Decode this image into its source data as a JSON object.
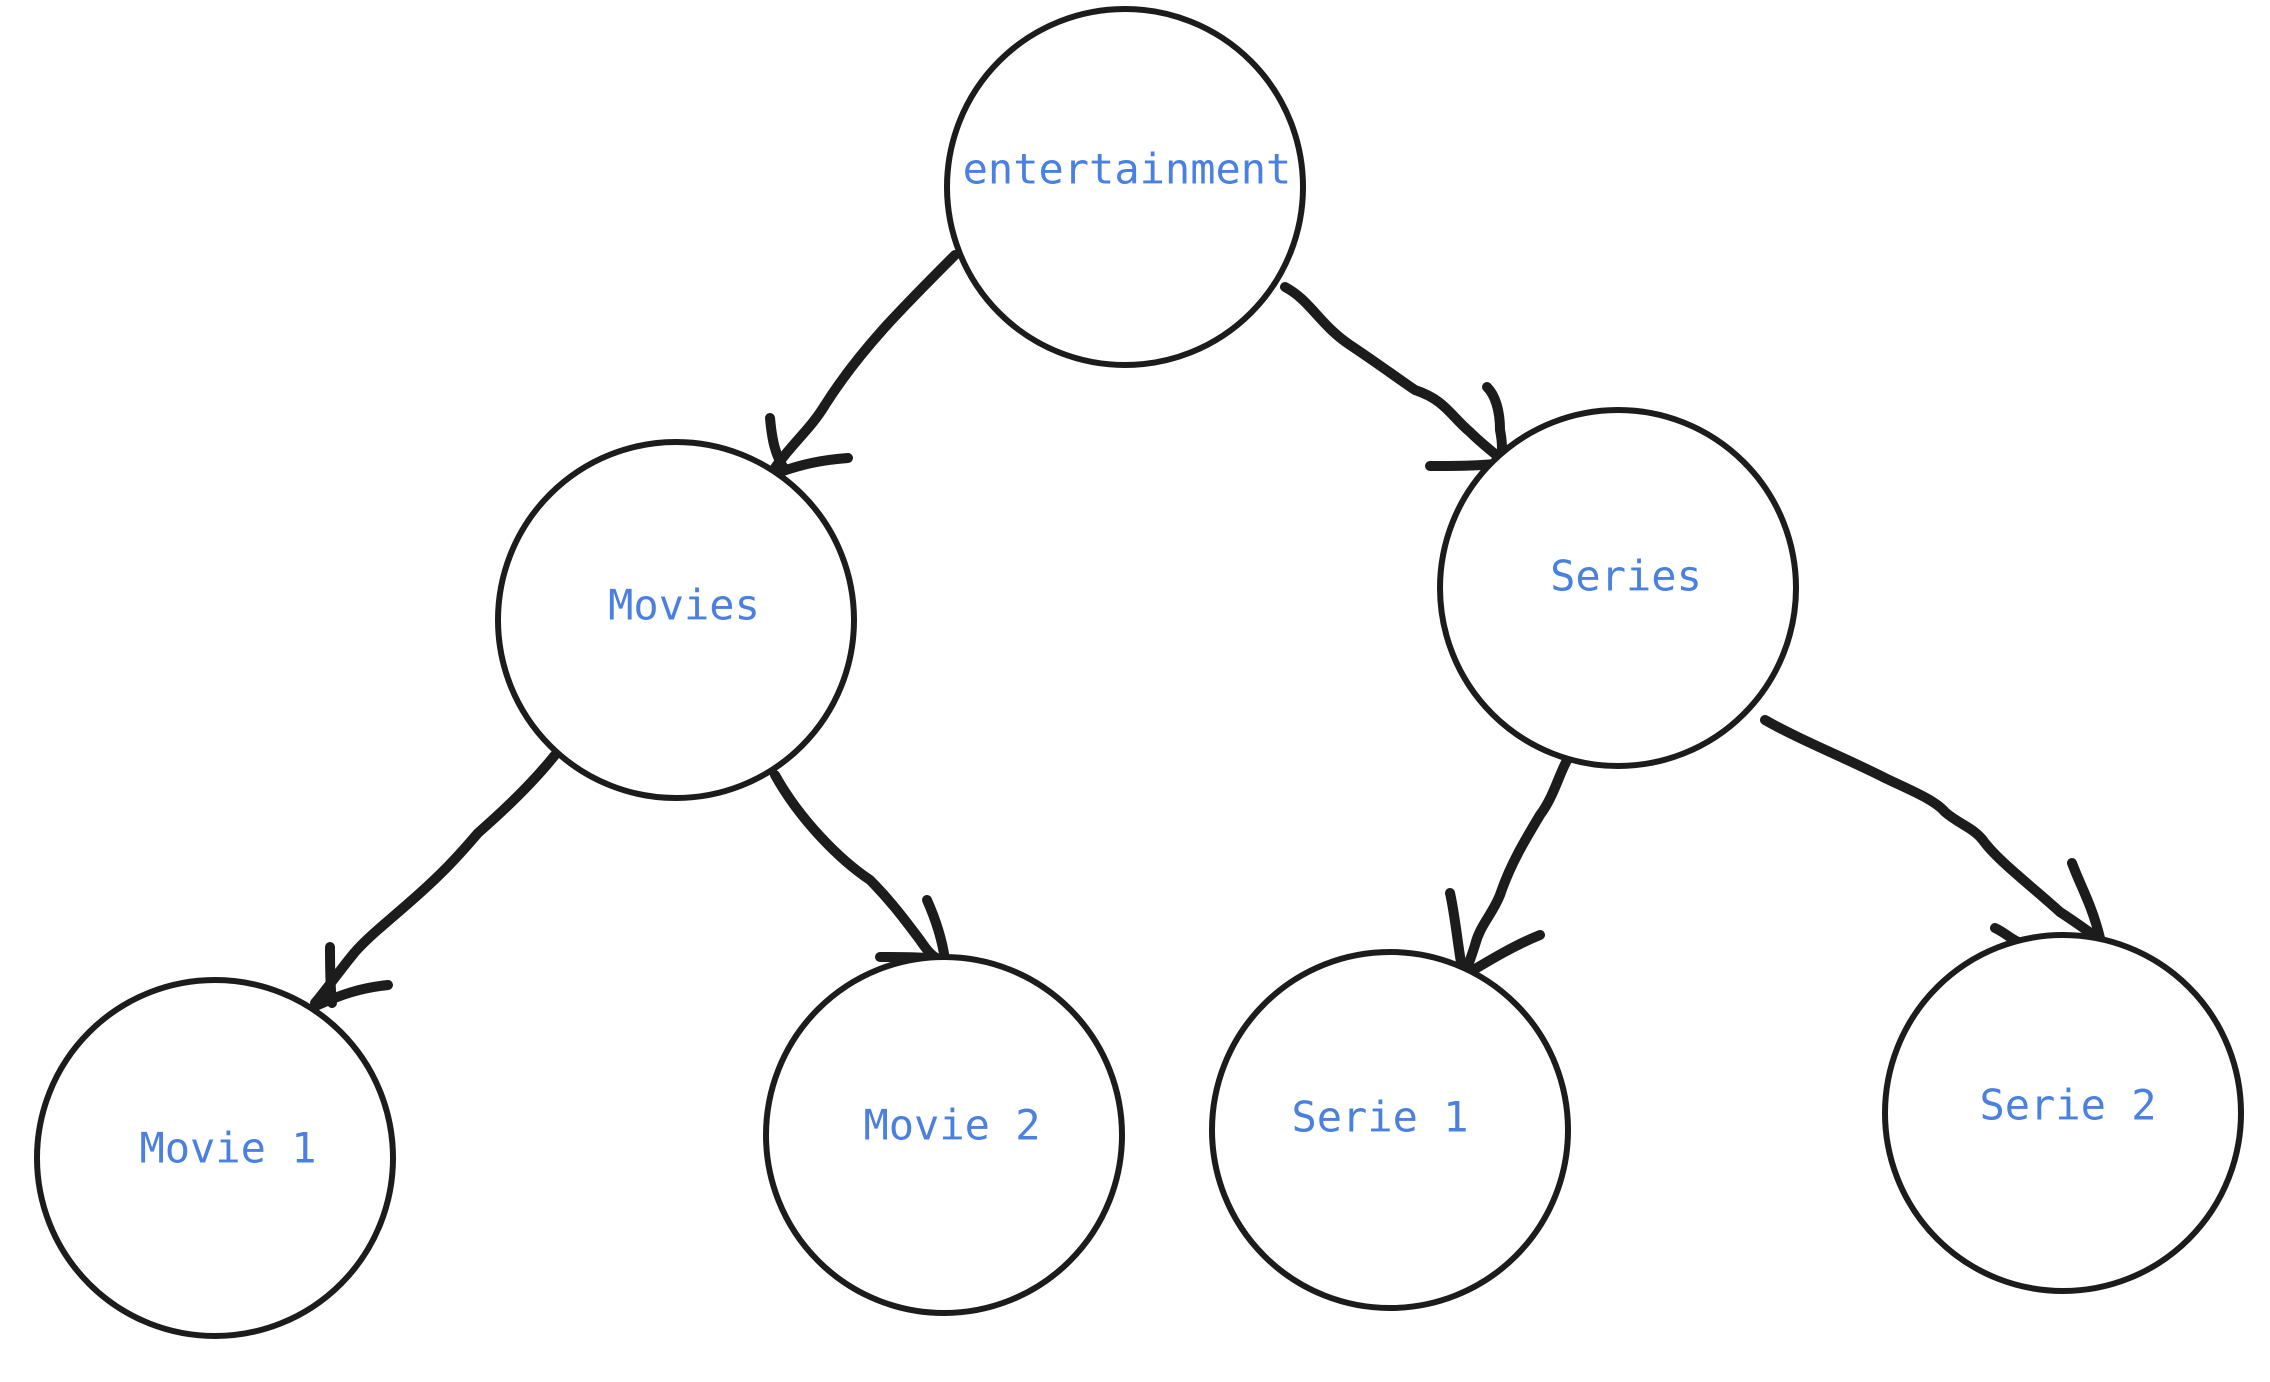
{
  "diagram": {
    "label_color": "#4a80e0",
    "line_color": "#1c1c1c",
    "nodes": [
      {
        "id": "entertainment",
        "label": "entertainment"
      },
      {
        "id": "movies",
        "label": "Movies"
      },
      {
        "id": "series",
        "label": "Series"
      },
      {
        "id": "movie1",
        "label": "Movie 1"
      },
      {
        "id": "movie2",
        "label": "Movie 2"
      },
      {
        "id": "serie1",
        "label": "Serie 1"
      },
      {
        "id": "serie2",
        "label": "Serie 2"
      }
    ],
    "edges": [
      {
        "from": "entertainment",
        "to": "movies"
      },
      {
        "from": "entertainment",
        "to": "series"
      },
      {
        "from": "movies",
        "to": "movie1"
      },
      {
        "from": "movies",
        "to": "movie2"
      },
      {
        "from": "series",
        "to": "serie1"
      },
      {
        "from": "series",
        "to": "serie2"
      }
    ]
  }
}
